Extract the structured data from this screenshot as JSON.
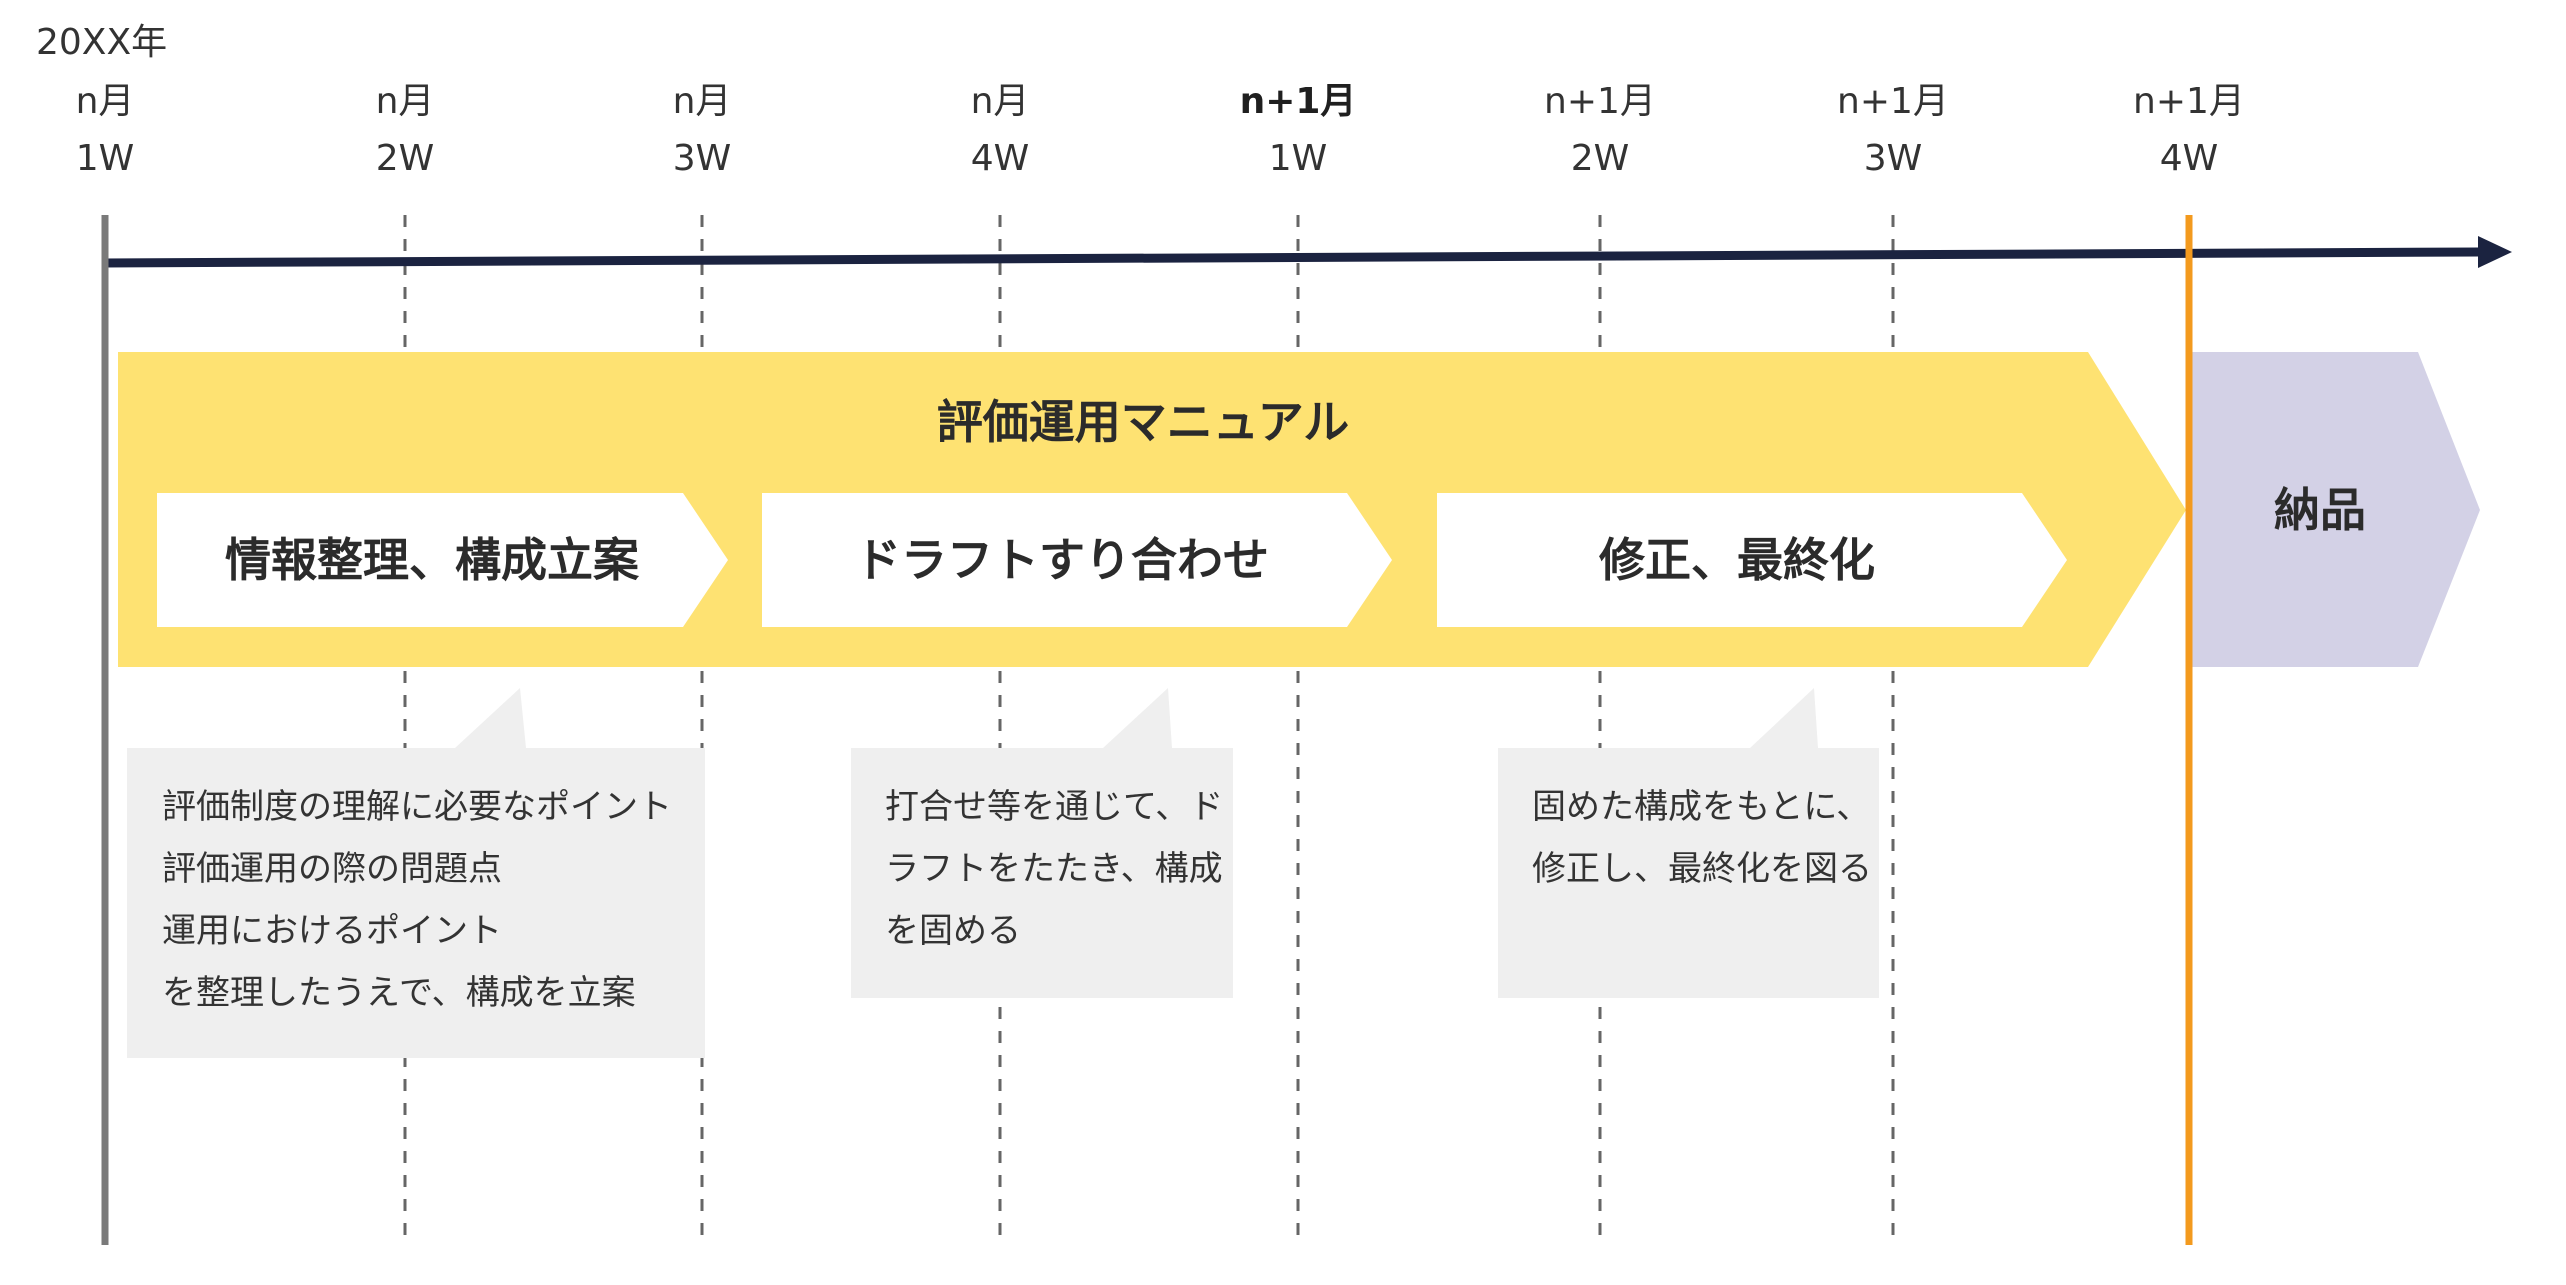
{
  "year": "20XX年",
  "weeks": [
    {
      "month": "n月",
      "week": "1W",
      "bold": false
    },
    {
      "month": "n月",
      "week": "2W",
      "bold": false
    },
    {
      "month": "n月",
      "week": "3W",
      "bold": false
    },
    {
      "month": "n月",
      "week": "4W",
      "bold": false
    },
    {
      "month": "n+1月",
      "week": "1W",
      "bold": true
    },
    {
      "month": "n+1月",
      "week": "2W",
      "bold": false
    },
    {
      "month": "n+1月",
      "week": "3W",
      "bold": false
    },
    {
      "month": "n+1月",
      "week": "4W",
      "bold": false
    }
  ],
  "band": {
    "title": "評価運用マニュアル"
  },
  "phases": [
    {
      "label": "情報整理、構成立案"
    },
    {
      "label": "ドラフトすり合わせ"
    },
    {
      "label": "修正、最終化"
    }
  ],
  "delivery": {
    "label": "納品"
  },
  "notes": [
    {
      "lines": [
        "評価制度の理解に必要なポイント",
        "評価運用の際の問題点",
        "運用におけるポイント",
        "を整理したうえで、構成を立案"
      ]
    },
    {
      "lines": [
        "打合せ等を通じて、ド",
        "ラフトをたたき、構成",
        "を固める"
      ]
    },
    {
      "lines": [
        "固めた構成をもとに、",
        "修正し、最終化を図る"
      ]
    }
  ],
  "colors": {
    "timeline_arrow": "#1b2340",
    "start_line": "#7a7a7a",
    "deadline_line": "#f39a1e",
    "band_fill": "#fee272",
    "phase_fill": "#ffffff",
    "delivery_fill": "#d3d1e6",
    "note_fill": "#efefef",
    "dashed_grid": "#666666"
  }
}
